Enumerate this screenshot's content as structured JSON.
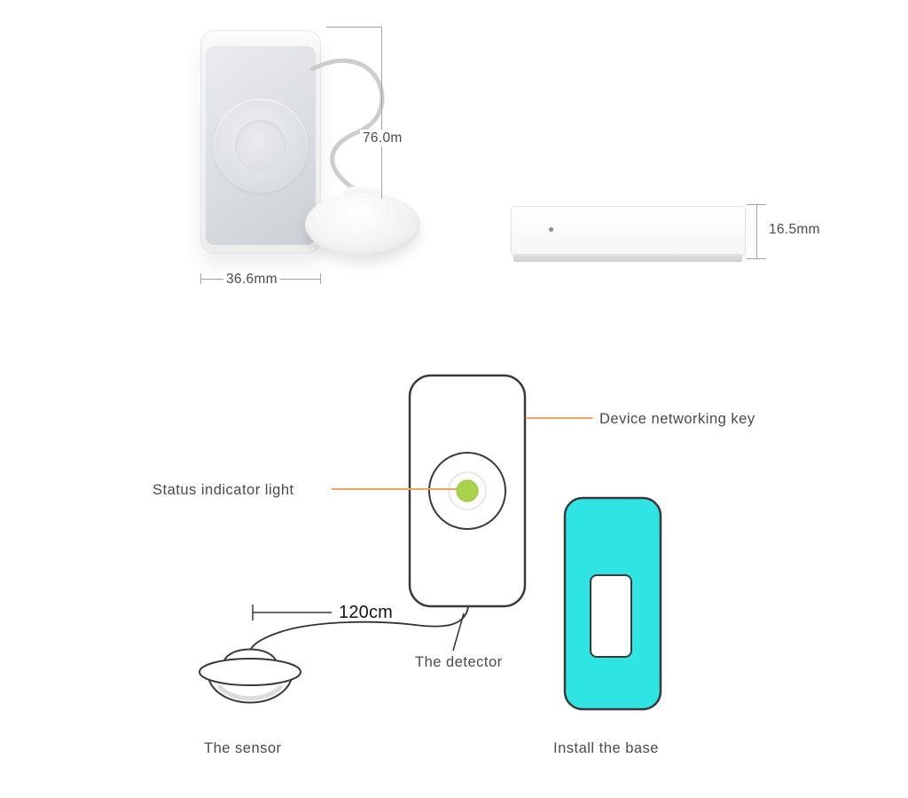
{
  "photo": {
    "height_label": "76.0m",
    "width_label": "36.6mm"
  },
  "side_view": {
    "thickness_label": "16.5mm"
  },
  "diagram": {
    "networking_key_label": "Device networking key",
    "status_light_label": "Status indicator light",
    "cable_length_label": "120cm",
    "detector_label": "The detector",
    "sensor_label": "The sensor",
    "base_label": "Install the base"
  },
  "colors": {
    "leader_line": "#f2a361",
    "status_led": "#a8d34a",
    "base_fill": "#2ee5e3",
    "outline": "#3a3a3a",
    "dimension_line": "#a3a3a3"
  }
}
